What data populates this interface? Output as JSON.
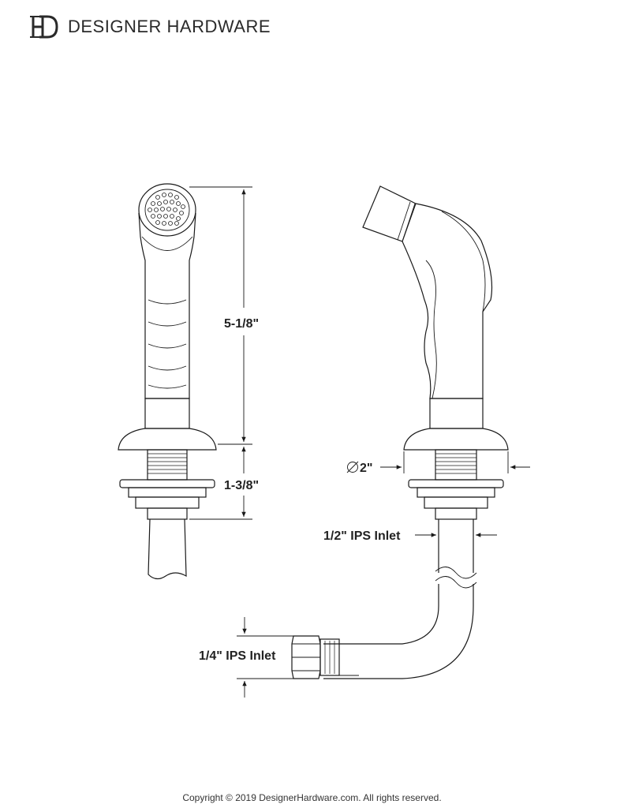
{
  "brand": {
    "logo_letters": "DH",
    "name": "DESIGNER HARDWARE"
  },
  "dimensions": {
    "height": "5-1/8\"",
    "shank_length": "1-3/8\"",
    "diameter": "2\"",
    "inlet_half": "1/2\" IPS Inlet",
    "inlet_quarter": "1/4\" IPS Inlet"
  },
  "footer": {
    "copyright": "Copyright © 2019 DesignerHardware.com. All rights reserved."
  },
  "icons": [
    "dh-monogram-icon",
    "diameter-symbol-icon"
  ]
}
